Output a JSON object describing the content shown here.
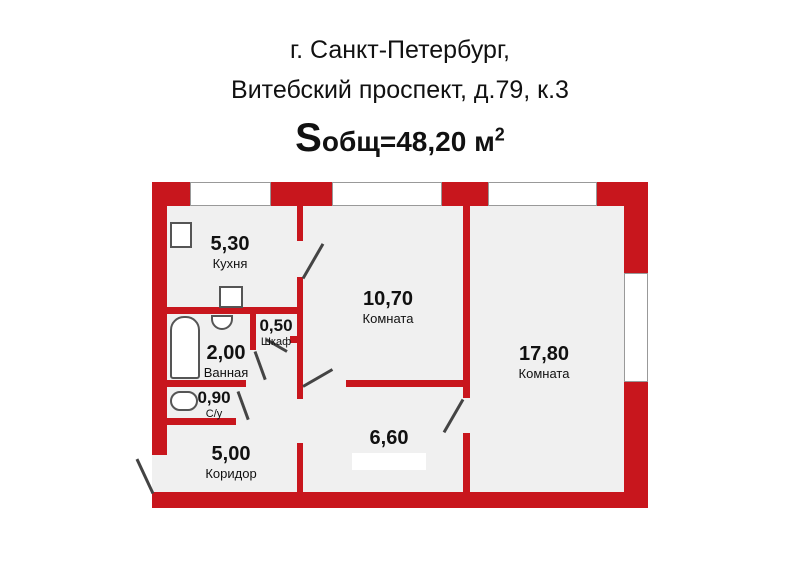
{
  "header": {
    "address_line1": "г. Санкт-Петербург,",
    "address_line2": "Витебский проспект, д.79, к.3",
    "area_prefix": "S",
    "area_suffix": "общ=48,20 м",
    "area_sup": "2"
  },
  "rooms": [
    {
      "area": "5,30",
      "name": "Кухня"
    },
    {
      "area": "10,70",
      "name": "Комната"
    },
    {
      "area": "17,80",
      "name": "Комната"
    },
    {
      "area": "0,50",
      "name": "Шкаф"
    },
    {
      "area": "2,00",
      "name": "Ванная"
    },
    {
      "area": "0,90",
      "name": "С/у"
    },
    {
      "area": "5,00",
      "name": "Коридор"
    },
    {
      "area": "6,60",
      "name": ""
    }
  ],
  "colors": {
    "wall": "#c8161d",
    "floor": "#f0f0f0"
  }
}
